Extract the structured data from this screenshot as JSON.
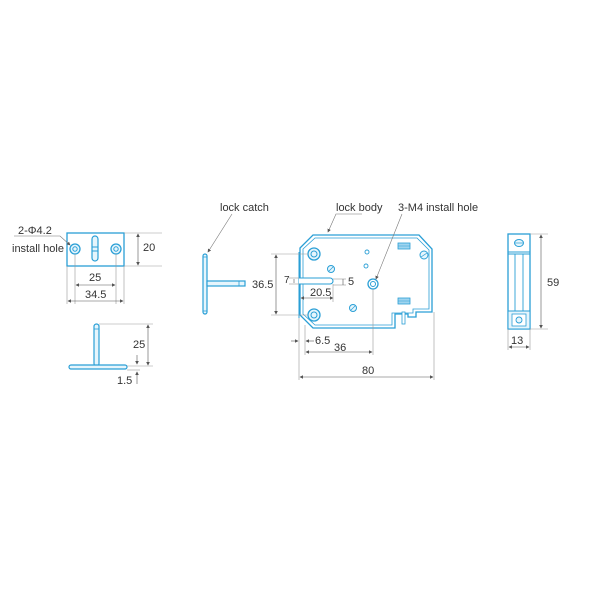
{
  "colors": {
    "part": "#2a9fd6",
    "part_fill": "#e6f5fc",
    "dim": "#888888",
    "text": "#333333"
  },
  "catch_plate": {
    "hole_label_1": "2-Φ4.2",
    "hole_label_2": "install hole",
    "dim_height": "20",
    "dim_hole_spacing": "25",
    "dim_width": "34.5"
  },
  "catch_side": {
    "dim_height": "25",
    "dim_thickness": "1.5"
  },
  "lock_catch": {
    "label": "lock catch"
  },
  "lock_body": {
    "label": "lock body",
    "hole_label": "3-M4 install hole",
    "dim_height": "36.5",
    "dim_slot_width": "7",
    "dim_slot_offset": "5",
    "dim_slot_depth": "20.5",
    "dim_edge": "6.5",
    "dim_hole_x": "36",
    "dim_width": "80"
  },
  "side_view": {
    "dim_height": "59",
    "dim_width": "13"
  }
}
